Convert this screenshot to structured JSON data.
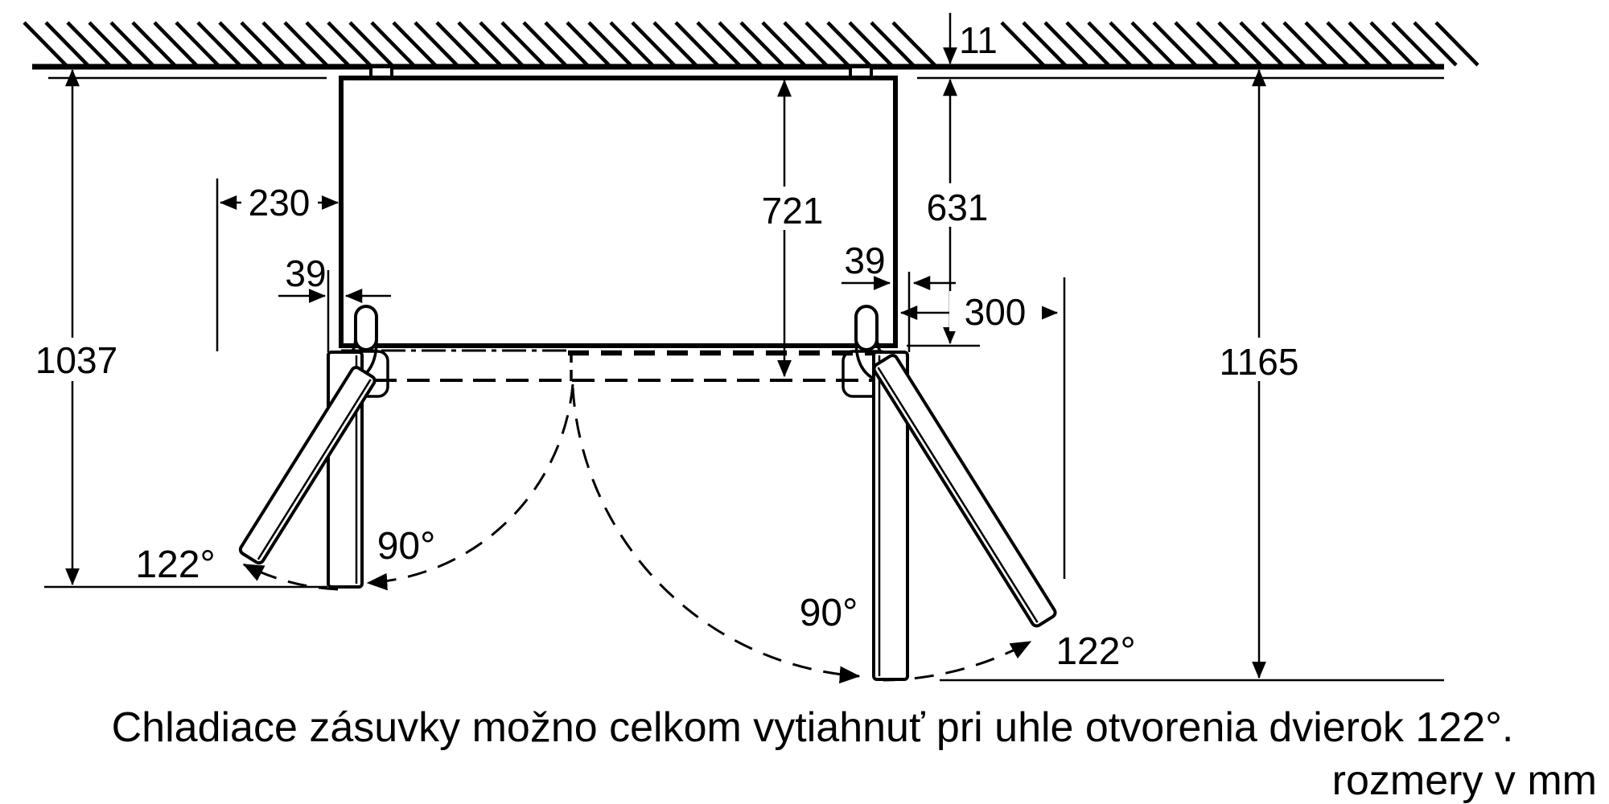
{
  "diagram": {
    "caption": "Chladiace zásuvky možno celkom vytiahnuť pri uhle otvorenia dvierok 122°.",
    "units_note": "rozmery v mm",
    "dimensions": {
      "wall_gap": "11",
      "side_clearance_left": "230",
      "door_overhang_left": "39",
      "depth_with_door": "721",
      "depth_body": "631",
      "door_overhang_right": "39",
      "side_clearance_right": "300",
      "depth_open_left": "1037",
      "depth_open_right": "1165"
    },
    "angles": {
      "left_full": "122°",
      "left_ninety": "90°",
      "right_ninety": "90°",
      "right_full": "122°"
    },
    "colors": {
      "line": "#000000",
      "background": "#ffffff"
    }
  }
}
